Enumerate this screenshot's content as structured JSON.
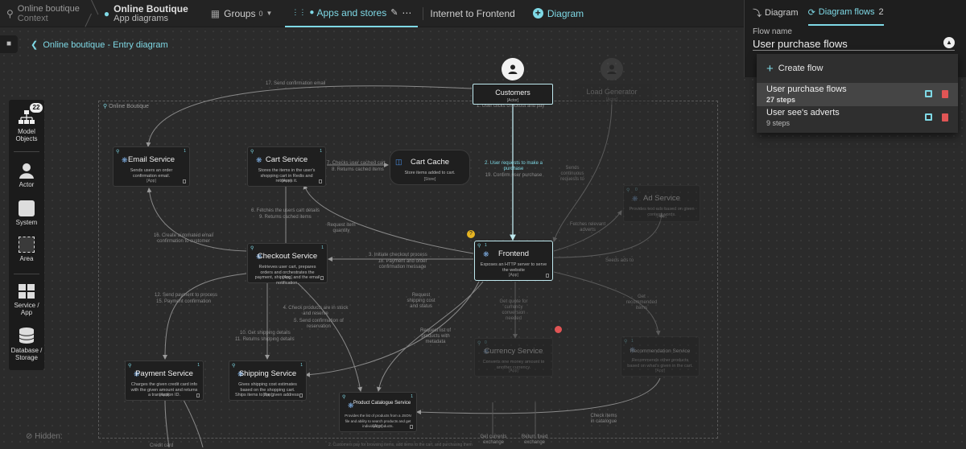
{
  "topbar": {
    "context": {
      "title": "Online boutique",
      "subtitle": "Context"
    },
    "diagrams": {
      "title": "Online Boutique",
      "subtitle": "App diagrams"
    },
    "groups": {
      "label": "Groups",
      "count": "0"
    },
    "tabs": [
      {
        "label": "Apps and stores"
      },
      {
        "label": "Internet to Frontend"
      }
    ],
    "add_diagram": "Diagram"
  },
  "flow_panel": {
    "tab_diagram": "Diagram",
    "tab_flows": "Diagram flows",
    "flows_count": "2",
    "field_label": "Flow name",
    "field_value": "User purchase flows",
    "create_label": "Create flow",
    "flows": [
      {
        "name": "User purchase flows",
        "steps": "27 steps"
      },
      {
        "name": "User see's adverts",
        "steps": "9 steps"
      }
    ]
  },
  "breadcrumb": "Online boutique - Entry diagram",
  "palette": {
    "model_objects": "Model Objects",
    "model_count": "22",
    "items": [
      "Actor",
      "System",
      "Area",
      "Service / App",
      "Database / Storage"
    ]
  },
  "group_label": "Online Boutique",
  "hidden_label": "Hidden:",
  "actors": {
    "customers": {
      "name": "Customers",
      "type": "[Actor]"
    },
    "load": {
      "name": "Load Generator",
      "type": "[Actor]"
    }
  },
  "nodes": {
    "email": {
      "name": "Email Service",
      "desc": "Sends users an order confirmation email.",
      "type": "[App]",
      "count": "1"
    },
    "cart": {
      "name": "Cart Service",
      "desc": "Stores the items in the user's shopping cart in Redis and retrieves it.",
      "type": "[App]",
      "count": "1"
    },
    "cache": {
      "name": "Cart Cache",
      "desc": "Store items added to cart.",
      "type": "[Store]"
    },
    "ad": {
      "name": "Ad Service",
      "desc": "Provides text ads based on given context words.",
      "type": "[App]",
      "count": "0"
    },
    "frontend": {
      "name": "Frontend",
      "desc": "Exposes an HTTP server to serve the website",
      "type": "[App]",
      "count": "1"
    },
    "checkout": {
      "name": "Checkout Service",
      "desc": "Retrieves user cart, prepares orders and orchestrates the payment, shipping, and the email notification.",
      "type": "[App]",
      "count": "1"
    },
    "currency": {
      "name": "Currency Service",
      "desc": "Converts one money amount to another currency.",
      "type": "[App]",
      "count": "0"
    },
    "recommend": {
      "name": "Recommendation Service",
      "desc": "Recommends other products based on what's given in the cart.",
      "type": "[App]",
      "count": "1"
    },
    "payment": {
      "name": "Payment Service",
      "desc": "Charges the given credit card info with the given amount and returns a transaction ID.",
      "type": "[App]",
      "count": "1"
    },
    "shipping": {
      "name": "Shipping Service",
      "desc": "Gives shipping cost estimates based on the shopping cart. Ships items to the given address.",
      "type": "[App]",
      "count": "1"
    },
    "catalogue": {
      "name": "Product Catalogue Service",
      "desc": "Provides the list of products from a JSON file and ability to search products and get individual products.",
      "type": "[App]",
      "count": "1"
    }
  },
  "edges": {
    "e17": "17. Send confirmation email",
    "e1": "1. User clicks checkout and pay",
    "e2": "2. User requests to make a purchase",
    "e19": "19. Confirm user purchase",
    "e7": "7. Checks user cached cart",
    "e8": "8. Returns cached items",
    "send_cont": "Sends continuous requests to",
    "e6": "6. Fetches the users cart details",
    "e9": "9. Returns cached items",
    "req_cart": "Request item quantity",
    "fetch_ad": "Fetches relevant adverts",
    "e16": "16. Create automated email confirmation to customer",
    "e3": "3. Initiate checkout process",
    "e18": "18. Payment and order confirmation message",
    "seeds": "Seeds ads to",
    "e12": "12. Send payment to process",
    "e15": "15. Payment confirmation",
    "e4": "4. Check products are in stock and reserve",
    "e5": "5. Send confirmation of reservation",
    "req_ship": "Request shipping cost and status",
    "get_quote": "Get quote for currency conversion needed",
    "get_rec": "Get recommended items",
    "req_list": "Request list of products with metadata",
    "e10": "10. Get shipping details",
    "e11": "11. Returns shipping details",
    "check_cat": "Check items in catalogue",
    "get_curr": "Get currents exchange",
    "ret_fixed": "Return fixed exchange",
    "credit": "Credit card",
    "bottom": "2. Customers pay for browsing items, add items to the cart, and purchasing them"
  }
}
